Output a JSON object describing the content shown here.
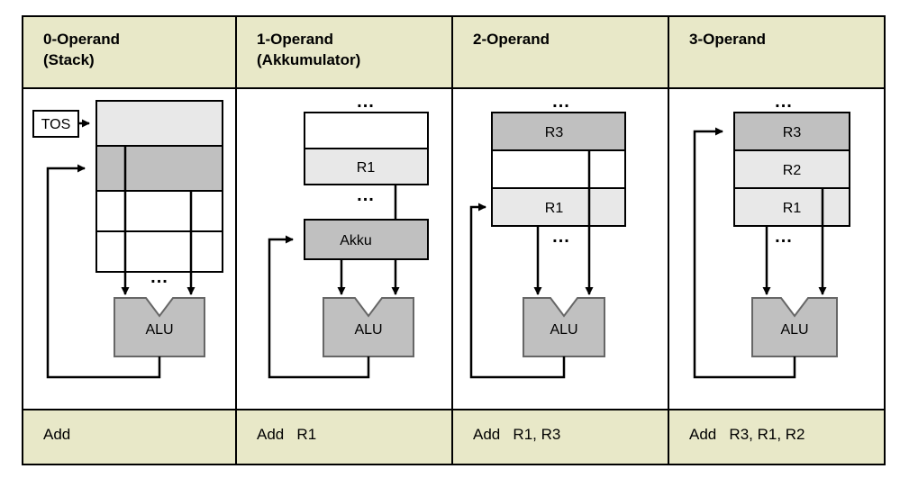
{
  "diagram": {
    "title_note": "Operand count instruction formats",
    "colors": {
      "header_bg": "#e8e8c8",
      "footer_bg": "#e8e8c8",
      "page_bg": "#ffffff",
      "box_border": "#000000",
      "fill_dark": "#c0c0c0",
      "fill_light": "#e8e8e8",
      "fill_white": "#ffffff",
      "alu_fill": "#c0c0c0"
    },
    "columns": [
      {
        "id": "col-0-operand",
        "header": "0-Operand\n(Stack)",
        "instruction": "Add",
        "pointer_label": "TOS",
        "alu_label": "ALU",
        "ellipsis": "...",
        "storage_kind": "stack",
        "cells": [
          {
            "label": "",
            "fill": "light"
          },
          {
            "label": "",
            "fill": "dark"
          },
          {
            "label": "",
            "fill": "white"
          },
          {
            "label": "",
            "fill": "white"
          }
        ]
      },
      {
        "id": "col-1-operand",
        "header": "1-Operand\n(Akkumulator)",
        "instruction": "Add   R1",
        "accumulator_label": "Akku",
        "alu_label": "ALU",
        "ellipsis": "...",
        "storage_kind": "register-file",
        "cells": [
          {
            "label": "",
            "fill": "white"
          },
          {
            "label": "R1",
            "fill": "light"
          }
        ]
      },
      {
        "id": "col-2-operand",
        "header": "2-Operand",
        "instruction": "Add   R1, R3",
        "alu_label": "ALU",
        "ellipsis": "...",
        "storage_kind": "register-file",
        "cells": [
          {
            "label": "R3",
            "fill": "dark"
          },
          {
            "label": "",
            "fill": "white"
          },
          {
            "label": "R1",
            "fill": "light"
          }
        ]
      },
      {
        "id": "col-3-operand",
        "header": "3-Operand",
        "instruction": "Add   R3, R1, R2",
        "alu_label": "ALU",
        "ellipsis": "...",
        "storage_kind": "register-file",
        "cells": [
          {
            "label": "R3",
            "fill": "dark"
          },
          {
            "label": "R2",
            "fill": "light"
          },
          {
            "label": "R1",
            "fill": "light"
          }
        ]
      }
    ]
  }
}
